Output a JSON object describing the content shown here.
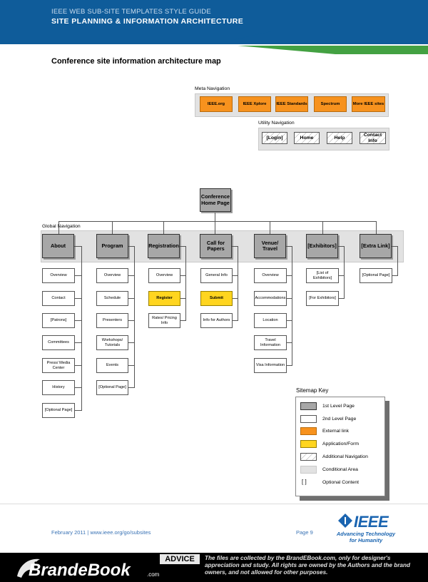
{
  "header": {
    "subtitle": "IEEE WEB SUB-SITE TEMPLATES STYLE GUIDE",
    "title": "SITE PLANNING & INFORMATION ARCHITECTURE"
  },
  "page_heading": "Conference site information architecture map",
  "meta_nav": {
    "label": "Meta Navigation",
    "items": [
      "IEEE.org",
      "IEEE Xplore",
      "IEEE Standards",
      "Spectrum",
      "More IEEE sites"
    ]
  },
  "utility_nav": {
    "label": "Utility Navigation",
    "items": [
      "[Login]",
      "Home",
      "Help",
      "Contact Info"
    ]
  },
  "home_page": "Conference Home Page",
  "global_nav_label": "Global Navigation",
  "columns": [
    {
      "title": "About",
      "children": [
        {
          "label": "Overview",
          "type": "white"
        },
        {
          "label": "Contact",
          "type": "white"
        },
        {
          "label": "[Patrons]",
          "type": "white"
        },
        {
          "label": "Committees",
          "type": "white"
        },
        {
          "label": "Press/ Media Center",
          "type": "white"
        },
        {
          "label": "History",
          "type": "white"
        },
        {
          "label": "[Optional Page]",
          "type": "white"
        }
      ]
    },
    {
      "title": "Program",
      "children": [
        {
          "label": "Overview",
          "type": "white"
        },
        {
          "label": "Schedule",
          "type": "white"
        },
        {
          "label": "Presenters",
          "type": "white"
        },
        {
          "label": "Workshops/ Tutorials",
          "type": "white"
        },
        {
          "label": "Events",
          "type": "white"
        },
        {
          "label": "[Optional Page]",
          "type": "white"
        }
      ]
    },
    {
      "title": "Registration",
      "children": [
        {
          "label": "Overview",
          "type": "white"
        },
        {
          "label": "Register",
          "type": "yellow"
        },
        {
          "label": "Rates/ Pricing Info",
          "type": "white"
        }
      ]
    },
    {
      "title": "Call for Papers",
      "children": [
        {
          "label": "General Info",
          "type": "white"
        },
        {
          "label": "Submit",
          "type": "yellow"
        },
        {
          "label": "Info for Authors",
          "type": "white"
        }
      ]
    },
    {
      "title": "Venue/ Travel",
      "children": [
        {
          "label": "Overview",
          "type": "white"
        },
        {
          "label": "Accommodations",
          "type": "white"
        },
        {
          "label": "Location",
          "type": "white"
        },
        {
          "label": "Travel Information",
          "type": "white"
        },
        {
          "label": "Visa Information",
          "type": "white"
        }
      ]
    },
    {
      "title": "[Exhibitors]",
      "children": [
        {
          "label": "[List of Exhibitors]",
          "type": "white"
        },
        {
          "label": "[For Exhibitors]",
          "type": "white"
        }
      ]
    },
    {
      "title": "[Extra Link]",
      "children": [
        {
          "label": "[Optional Page]",
          "type": "white"
        }
      ]
    }
  ],
  "sitemap_key": {
    "title": "Sitemap Key",
    "items": [
      {
        "label": "1st Level Page",
        "swatch": "gray"
      },
      {
        "label": "2nd Level Page",
        "swatch": "white"
      },
      {
        "label": "External link",
        "swatch": "orange"
      },
      {
        "label": "Application/Form",
        "swatch": "yellow"
      },
      {
        "label": "Additional Navigation",
        "swatch": "hatched"
      },
      {
        "label": "Conditional Area",
        "swatch": "light-gray"
      },
      {
        "label": "Optional Content",
        "swatch": "brackets"
      }
    ],
    "bracket_glyph": "[    ]"
  },
  "colors": {
    "header_blue": "#0f5c9a",
    "accent_green": "#43a142",
    "external_orange": "#f7921e",
    "form_yellow": "#ffd51f",
    "level1_gray": "#a7a7a7",
    "conditional_gray": "#e2e2e2"
  },
  "footer": {
    "date_url": "February 2011  |  www.ieee.org/go/subsites",
    "page": "Page 9",
    "ieee_logo": "IEEE",
    "tagline": "Advancing Technology for Humanity"
  },
  "watermark": {
    "logo": "BrandeBook",
    "logo_suffix": ".com",
    "advice_label": "ADVICE",
    "note": "The files are collected by the BrandEBook.com, only for designer's appreciation and study.  All rights are owned by the Authors and the brand owners, and not allowed for other purposes."
  }
}
